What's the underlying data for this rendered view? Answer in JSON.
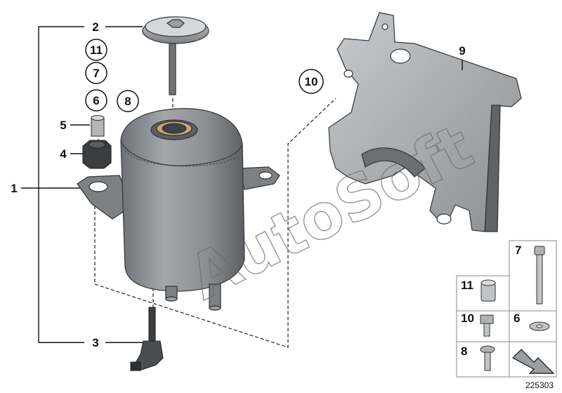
{
  "callouts": {
    "c1": "1",
    "c2": "2",
    "c3": "3",
    "c4": "4",
    "c5": "5",
    "c6": "6",
    "c7": "7",
    "c8": "8",
    "c9": "9",
    "c10": "10",
    "c11": "11"
  },
  "legend": {
    "cells": [
      {
        "number": "7"
      },
      {
        "number": "11"
      },
      {
        "number": "10"
      },
      {
        "number": "6"
      },
      {
        "number": "8"
      }
    ]
  },
  "watermark": "AutoSoft",
  "diagram_code": "225303",
  "colors": {
    "part_fill": "#8f9396",
    "part_dark": "#5c6064",
    "line": "#111111"
  }
}
